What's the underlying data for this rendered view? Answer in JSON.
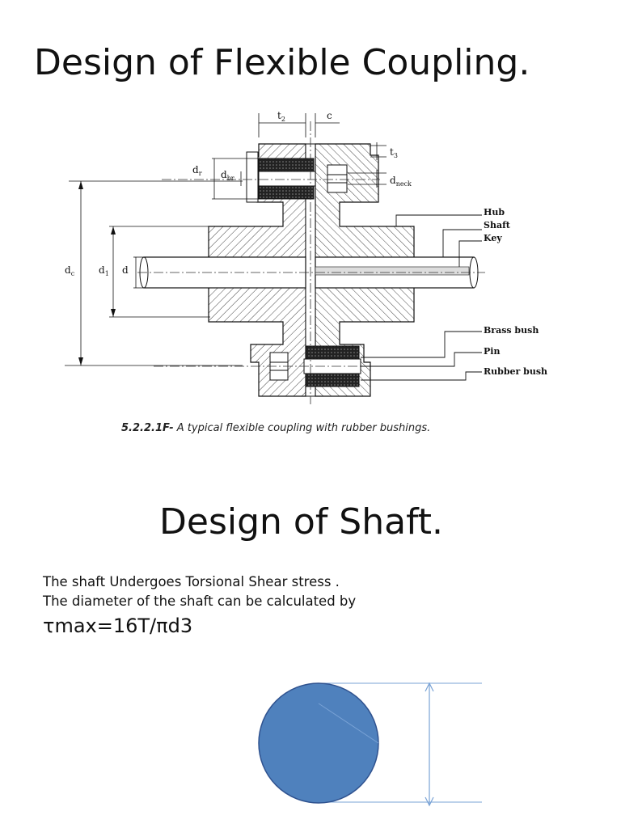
{
  "slide": {
    "title": "Design of Flexible Coupling.",
    "subtitle": "Design of Shaft."
  },
  "figure": {
    "caption_number": "5.2.2.1F-",
    "caption_text": " A typical flexible coupling with rubber bushings.",
    "labels": {
      "t2": "t",
      "t2_sub": "2",
      "c": "c",
      "t3": "t",
      "t3_sub": "3",
      "dr": "d",
      "dr_sub": "r",
      "dbr": "d",
      "dbr_sub": "br",
      "dneck": "d",
      "dneck_sub": "neck",
      "dc": "d",
      "dc_sub": "c",
      "d1": "d",
      "d1_sub": "1",
      "d": "d",
      "hub": "Hub",
      "shaft": "Shaft",
      "key": "Key",
      "brass_bush": "Brass bush",
      "pin": "Pin",
      "rubber_bush": "Rubber bush"
    }
  },
  "text": {
    "line1": "The shaft Undergoes Torsional Shear stress .",
    "line2": "The diameter of the  shaft can be calculated by",
    "formula": "τmax=16T/πd3"
  },
  "colors": {
    "circle_fill": "#4f81bd",
    "circle_stroke": "#2f528f",
    "dim_line": "#7aa3d6"
  }
}
